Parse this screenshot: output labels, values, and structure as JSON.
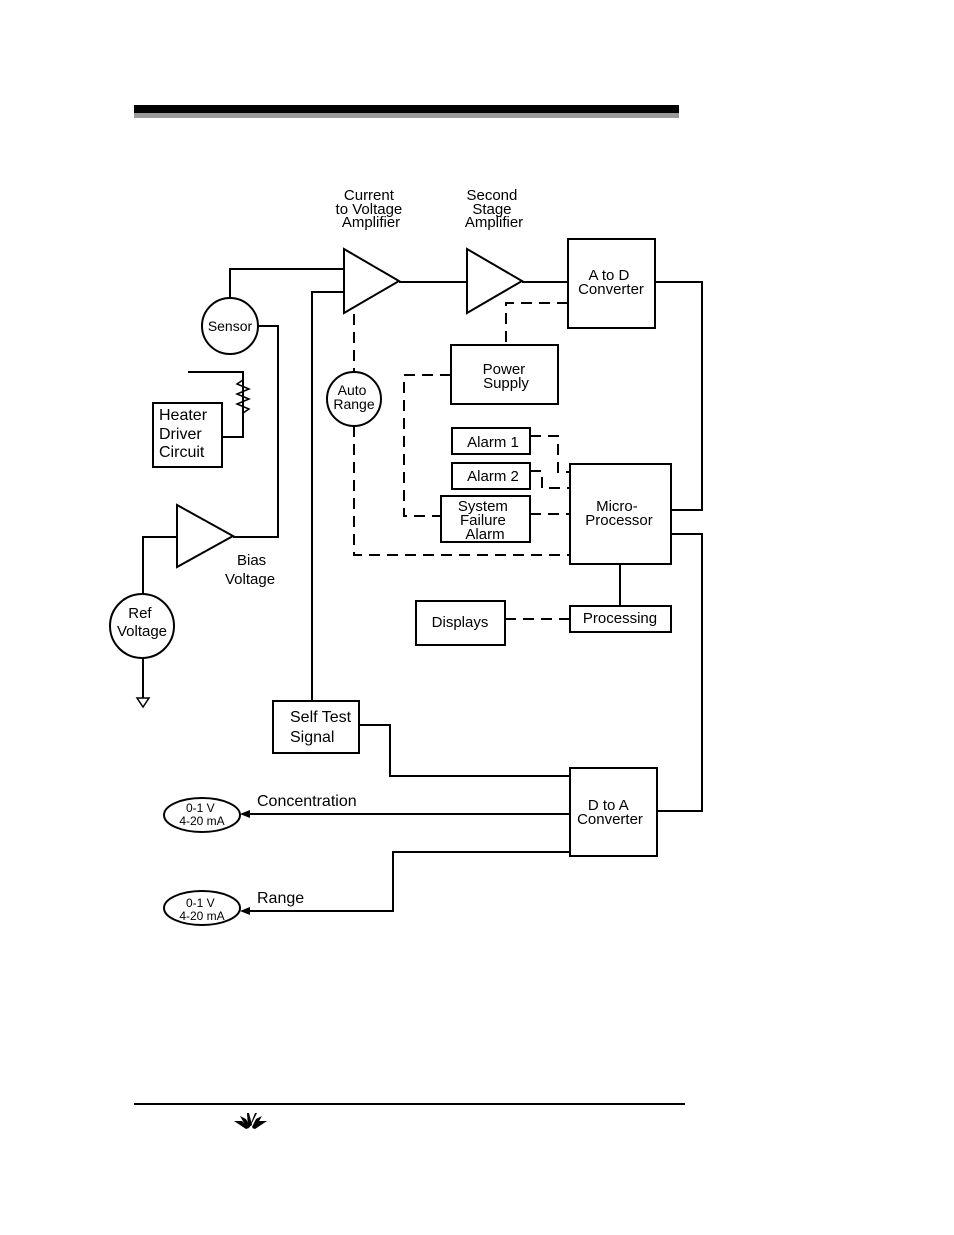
{
  "blocks": {
    "i_to_v_amp": [
      "Current",
      "to Voltage",
      "Amplifier"
    ],
    "second_stage_amp": [
      "Second",
      "Stage",
      "Amplifier"
    ],
    "a_to_d": [
      "A to D",
      "Converter"
    ],
    "sensor": "Sensor",
    "auto_range": [
      "Auto",
      "Range"
    ],
    "power_supply": [
      "Power",
      "Supply"
    ],
    "heater_driver": [
      "Heater",
      "Driver",
      "Circuit"
    ],
    "alarm_1": "Alarm 1",
    "alarm_2": "Alarm 2",
    "system_failure": [
      "System",
      "Failure",
      "Alarm"
    ],
    "microprocessor": [
      "Micro-",
      "Processor"
    ],
    "bias_voltage": [
      "Bias",
      "Voltage"
    ],
    "ref_voltage": [
      "Ref",
      "Voltage"
    ],
    "displays": "Displays",
    "processing": "Processing",
    "self_test": [
      "Self Test",
      "Signal"
    ],
    "d_to_a": [
      "D to A",
      "Converter"
    ],
    "concentration_label": "Concentration",
    "range_label": "Range",
    "output_1": [
      "0-1 V",
      "4-20 mA"
    ],
    "output_2": [
      "0-1 V",
      "4-20 mA"
    ]
  },
  "logo": "teledyne-logo-icon"
}
